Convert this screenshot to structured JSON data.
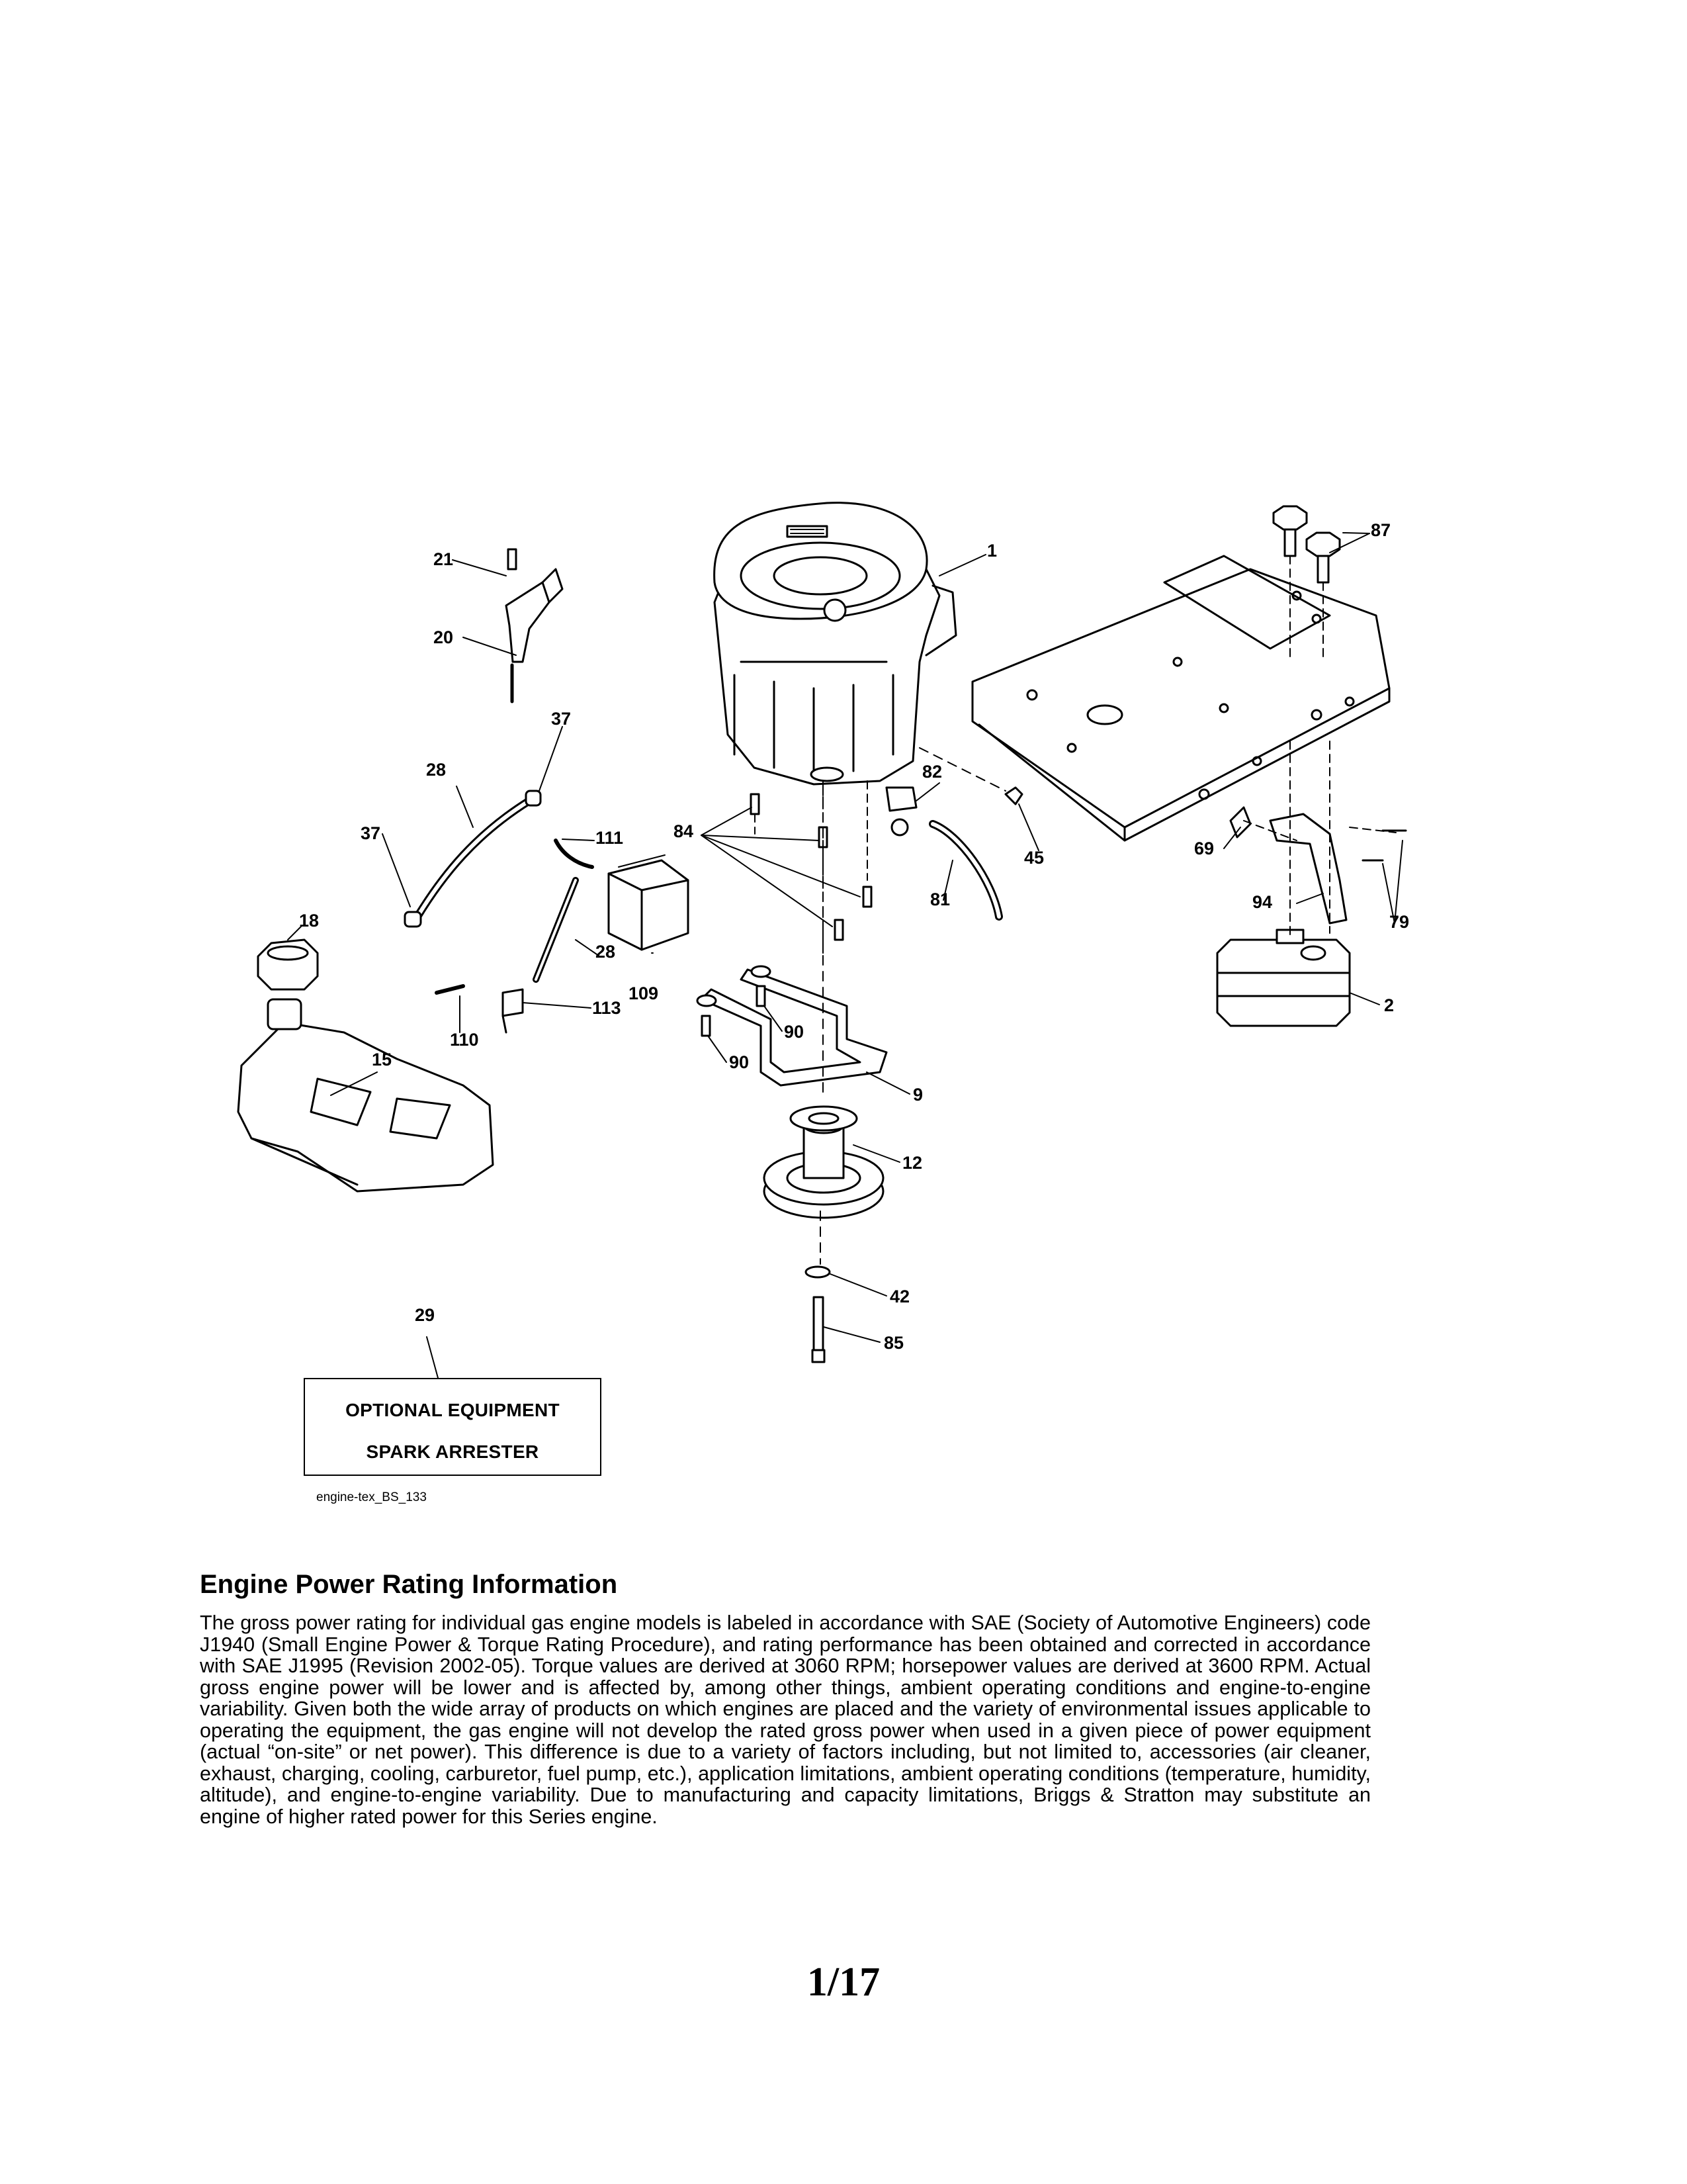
{
  "diagram": {
    "callouts": [
      "1",
      "2",
      "9",
      "12",
      "15",
      "18",
      "20",
      "21",
      "28",
      "28",
      "29",
      "37",
      "37",
      "42",
      "45",
      "69",
      "79",
      "81",
      "82",
      "84",
      "85",
      "87",
      "90",
      "90",
      "94",
      "109",
      "110",
      "111",
      "113"
    ]
  },
  "optional_box": {
    "line1": "OPTIONAL EQUIPMENT",
    "line2": "SPARK ARRESTER"
  },
  "drawing_id": "engine-tex_BS_133",
  "info": {
    "title": "Engine Power Rating Information",
    "body": "The gross power rating for individual gas engine models is labeled in accordance with SAE (Society of Automotive Engineers) code J1940 (Small Engine Power & Torque Rating Procedure), and rating performance has been obtained and corrected in accordance with SAE J1995 (Revision 2002-05). Torque values are derived at 3060 RPM; horsepower values are derived at 3600 RPM. Actual gross engine power will be lower and is affected by, among other things, ambient operating conditions and engine-to-engine variability. Given both the wide array of products on which engines are placed and the variety of environmental issues applicable to operating the equipment, the gas engine will not develop the rated gross power when used in a given piece of power equipment (actual “on-site” or net power). This difference is due to a variety of factors including, but not limited to, accessories (air cleaner, exhaust, charging, cooling, carburetor, fuel pump, etc.), application limitations, ambient operating conditions (temperature, humidity, altitude), and engine-to-engine variability. Due to manufacturing and capacity limitations, Briggs & Stratton may substitute an engine of higher rated power for this Series engine."
  },
  "page_number": "1/17"
}
